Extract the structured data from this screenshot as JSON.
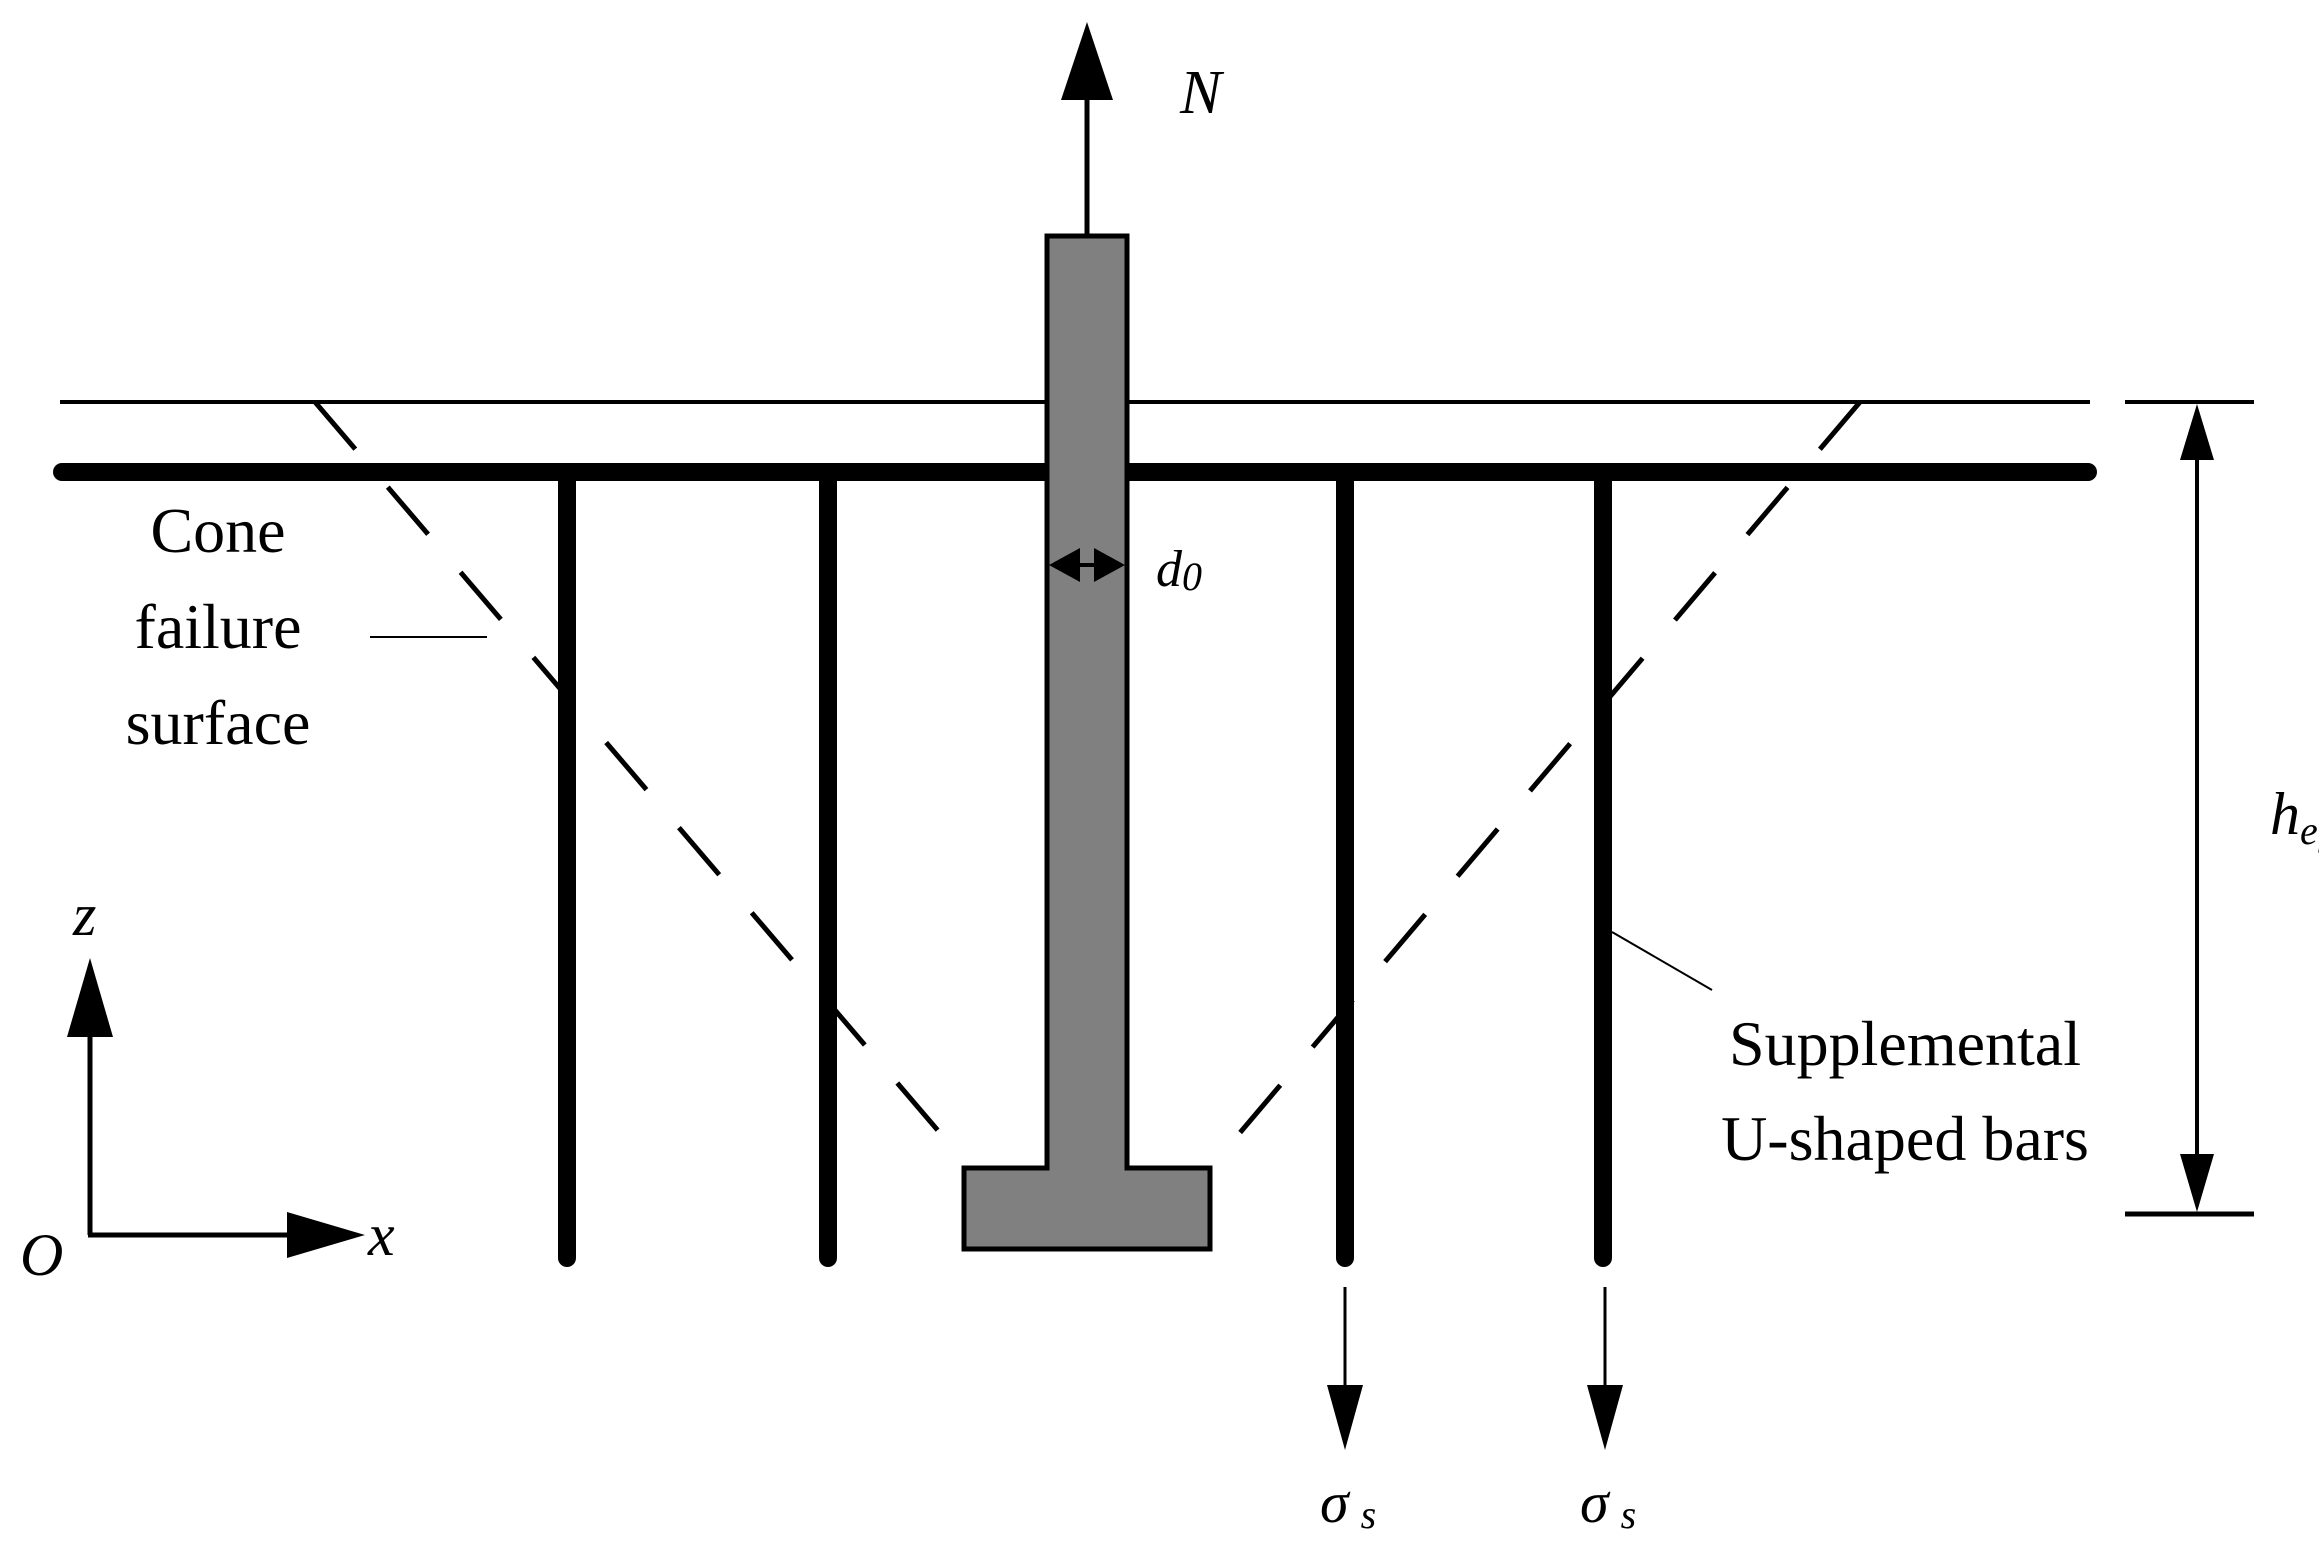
{
  "labels": {
    "force": "N",
    "diameter": "d",
    "diameter_sub": "0",
    "depth": "h",
    "depth_sub": "ef",
    "cone_line1": "Cone",
    "cone_line2": "failure",
    "cone_line3": "surface",
    "bars_line1": "Supplemental",
    "bars_line2": "U-shaped bars",
    "axis_z": "z",
    "axis_x": "x",
    "origin": "O",
    "stress_left": "σ",
    "stress_left_sub": "s",
    "stress_right": "σ",
    "stress_right_sub": "s"
  },
  "colors": {
    "line": "#000000",
    "anchor_fill": "#808080",
    "background": "#ffffff"
  }
}
